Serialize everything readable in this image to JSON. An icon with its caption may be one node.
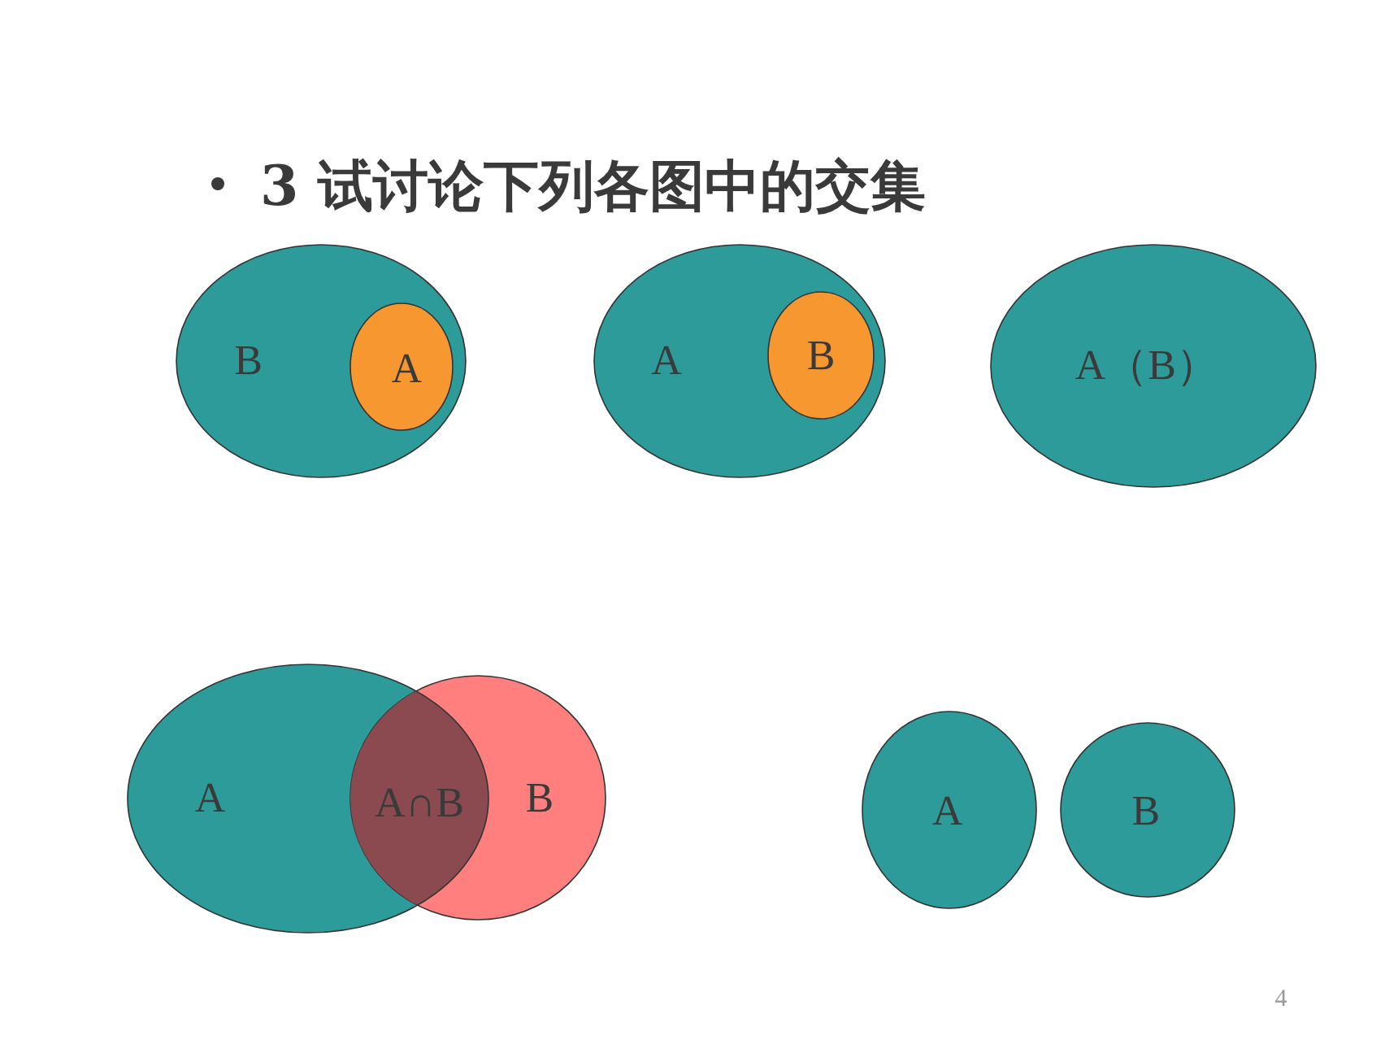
{
  "diagram": {
    "title": "3 试讨论下列各图中的交集",
    "nodes": [
      {
        "text": [
          "B"
        ]
      },
      {
        "text": [
          "A"
        ],
        "in": 0
      },
      {
        "text": [
          "A"
        ]
      },
      {
        "text": [
          "B"
        ],
        "in": 2
      },
      {
        "text": [
          "A（B）"
        ]
      },
      {
        "text": [
          "A"
        ]
      },
      {
        "text": [
          "B"
        ]
      },
      {
        "text": [
          "A"
        ]
      },
      {
        "text": [
          "B"
        ]
      }
    ],
    "edges": [],
    "labels": [
      "A∩B",
      "4"
    ]
  }
}
